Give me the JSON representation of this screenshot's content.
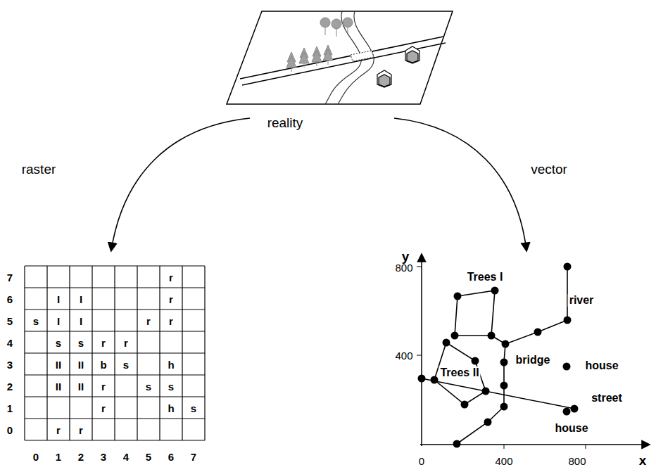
{
  "diagram": {
    "labels": [
      "reality",
      "raster",
      "vector",
      "7",
      "6",
      "5",
      "4",
      "3",
      "2",
      "1",
      "0",
      "0",
      "1",
      "2",
      "3",
      "4",
      "5",
      "6",
      "7",
      "r",
      "I",
      "I",
      "r",
      "s",
      "I",
      "I",
      "r",
      "r",
      "s",
      "s",
      "r",
      "r",
      "II",
      "II",
      "b",
      "s",
      "h",
      "II",
      "II",
      "r",
      "s",
      "s",
      "r",
      "h",
      "s",
      "r",
      "r",
      "y",
      "800",
      "400",
      "0",
      "400",
      "800",
      "x",
      "Trees I",
      "river",
      "bridge",
      "house",
      "Trees II",
      "street",
      "house"
    ]
  }
}
